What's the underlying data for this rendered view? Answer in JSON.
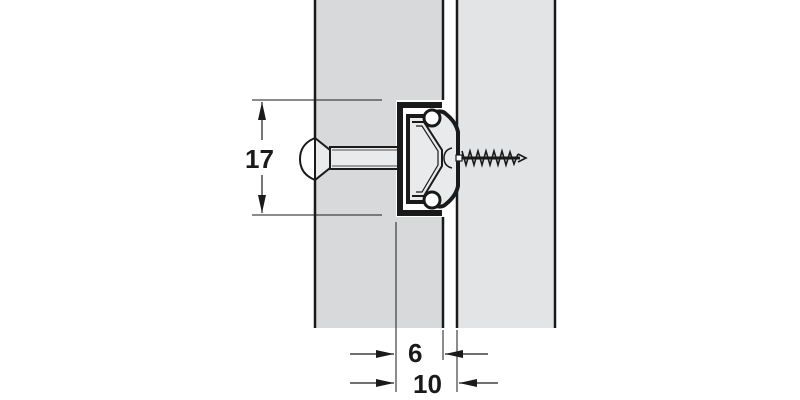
{
  "diagram": {
    "type": "technical-drawing",
    "subject": "ball-bearing drawer runner mounted between cabinet side panels",
    "colors": {
      "background": "#ffffff",
      "left_panel_fill": "#d8d9db",
      "right_panel_fill": "#e3e4e6",
      "line": "#1a1a1a",
      "metal_fill": "#e9eaec"
    },
    "dimensions": {
      "height": {
        "value": "17",
        "orientation": "vertical"
      },
      "gap": {
        "value": "6",
        "orientation": "horizontal"
      },
      "total": {
        "value": "10",
        "orientation": "horizontal"
      }
    },
    "components": [
      "left-panel",
      "right-panel",
      "runner-profile",
      "ball-bearing-top",
      "ball-bearing-bottom",
      "mushroom-head-bolt",
      "wood-screw"
    ]
  }
}
